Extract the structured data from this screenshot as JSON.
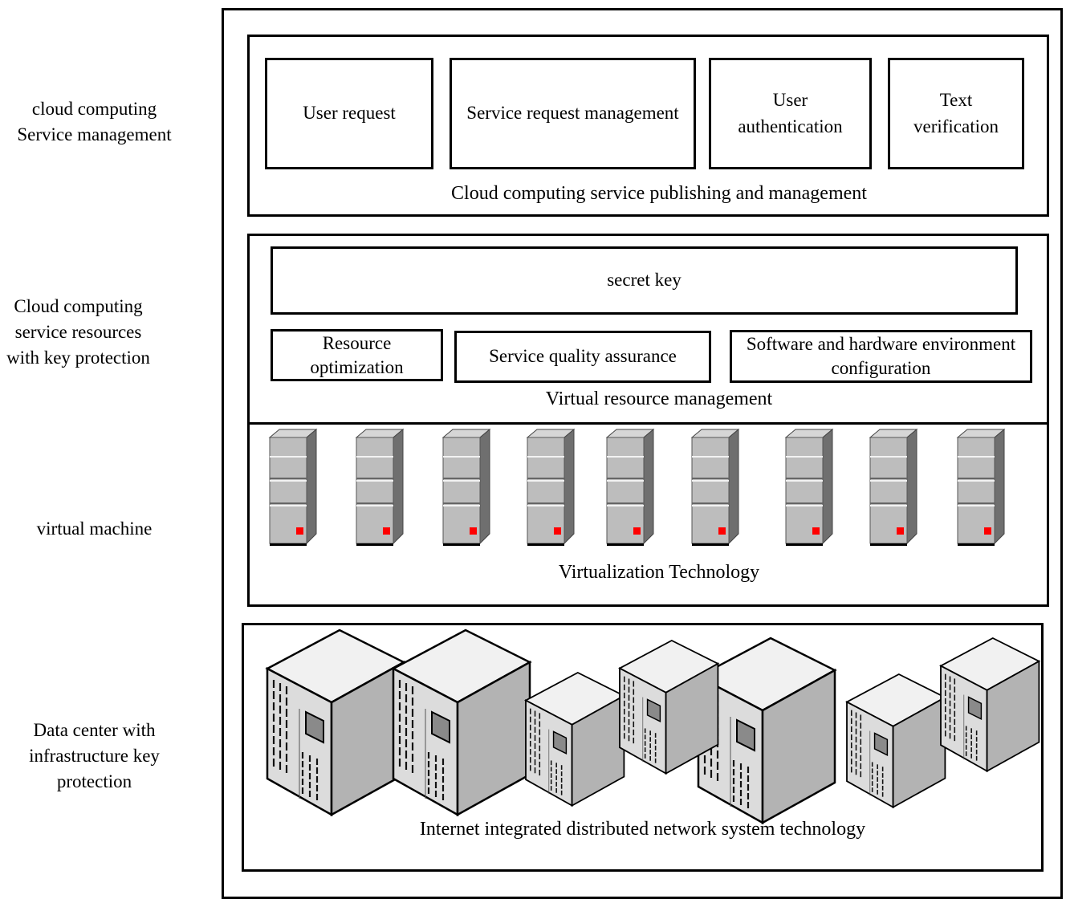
{
  "side_labels": {
    "service_management": "cloud computing\nService management",
    "service_resources": "Cloud computing\nservice resources\nwith key protection",
    "virtual_machine": "virtual machine",
    "data_center": "Data center with\ninfrastructure key\nprotection"
  },
  "publishing": {
    "user_request": "User request",
    "service_request_management": "Service request management",
    "user_authentication": "User\nauthentication",
    "text_verification": "Text\nverification",
    "caption": "Cloud computing service publishing and management"
  },
  "resources": {
    "secret_key": "secret key",
    "resource_optimization": "Resource\noptimization",
    "service_quality": "Service quality assurance",
    "software_hardware": "Software and hardware environment\nconfiguration",
    "caption": "Virtual resource management"
  },
  "virtualization": {
    "caption": "Virtualization Technology",
    "tower_icon": "server-tower-icon",
    "tower_count": 9,
    "indicator_color": "#ff0000"
  },
  "datacenter": {
    "caption": "Internet integrated distributed network system technology",
    "cube_icon": "server-cube-icon",
    "cube_count": 7
  }
}
